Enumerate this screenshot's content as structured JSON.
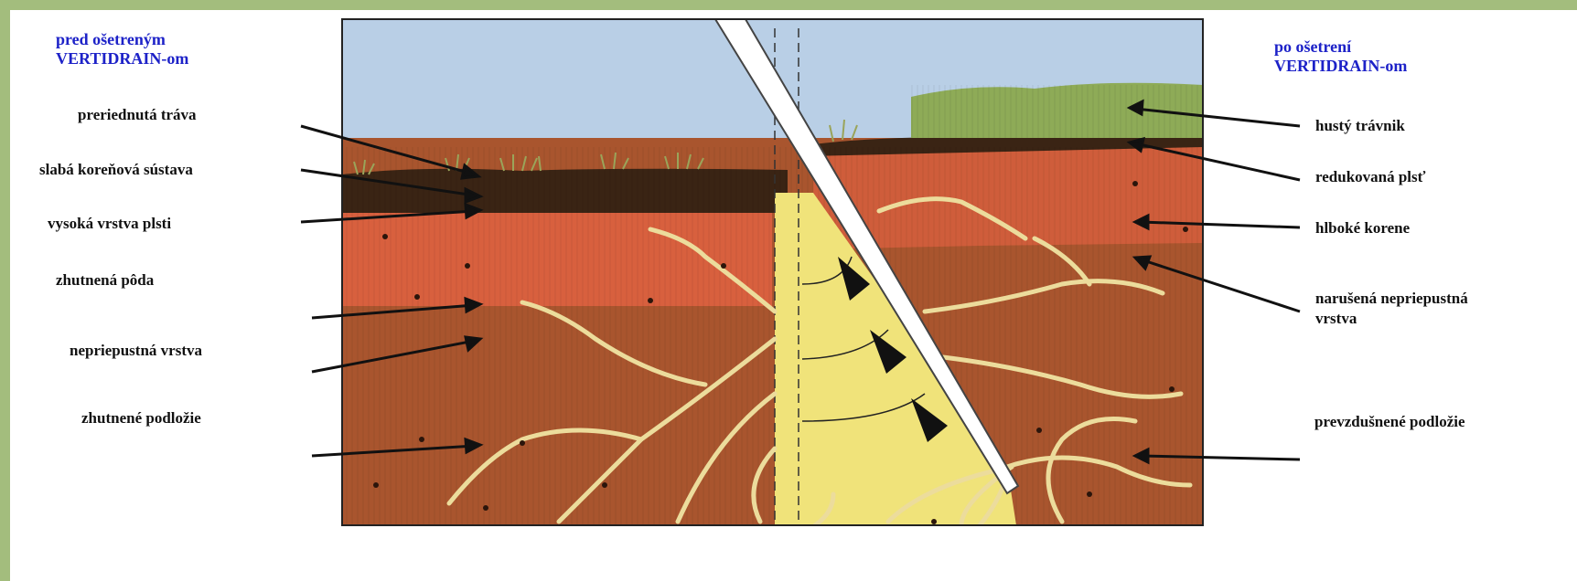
{
  "header": {
    "before_line1": "pred ošetreným",
    "before_line2": "VERTIDRAIN-om",
    "after_line1": "po ošetrení",
    "after_line2": "VERTIDRAIN-om"
  },
  "left_labels": [
    "preriednutá tráva",
    "slabá koreňová sústava",
    "vysoká vrstva plsti",
    "zhutnená pôda",
    "nepriepustná vrstva",
    "zhutnené podložie"
  ],
  "right_labels": [
    "hustý trávnik",
    "redukovaná plsť",
    "hlboké korene",
    "narušená nepriepustná",
    "vrstva",
    "prevzdušnené podložie"
  ],
  "colors": {
    "frame": "#a3bd7d",
    "sky": "#b9cfe6",
    "header_text": "#1d22c8",
    "thatch": "#3a2414",
    "compacted_soil": "#d8603e",
    "subsoil": "#a9552e",
    "aerated_zone": "#f0e37a",
    "roots": "#ecdc9c",
    "tine": "#ffffff"
  }
}
